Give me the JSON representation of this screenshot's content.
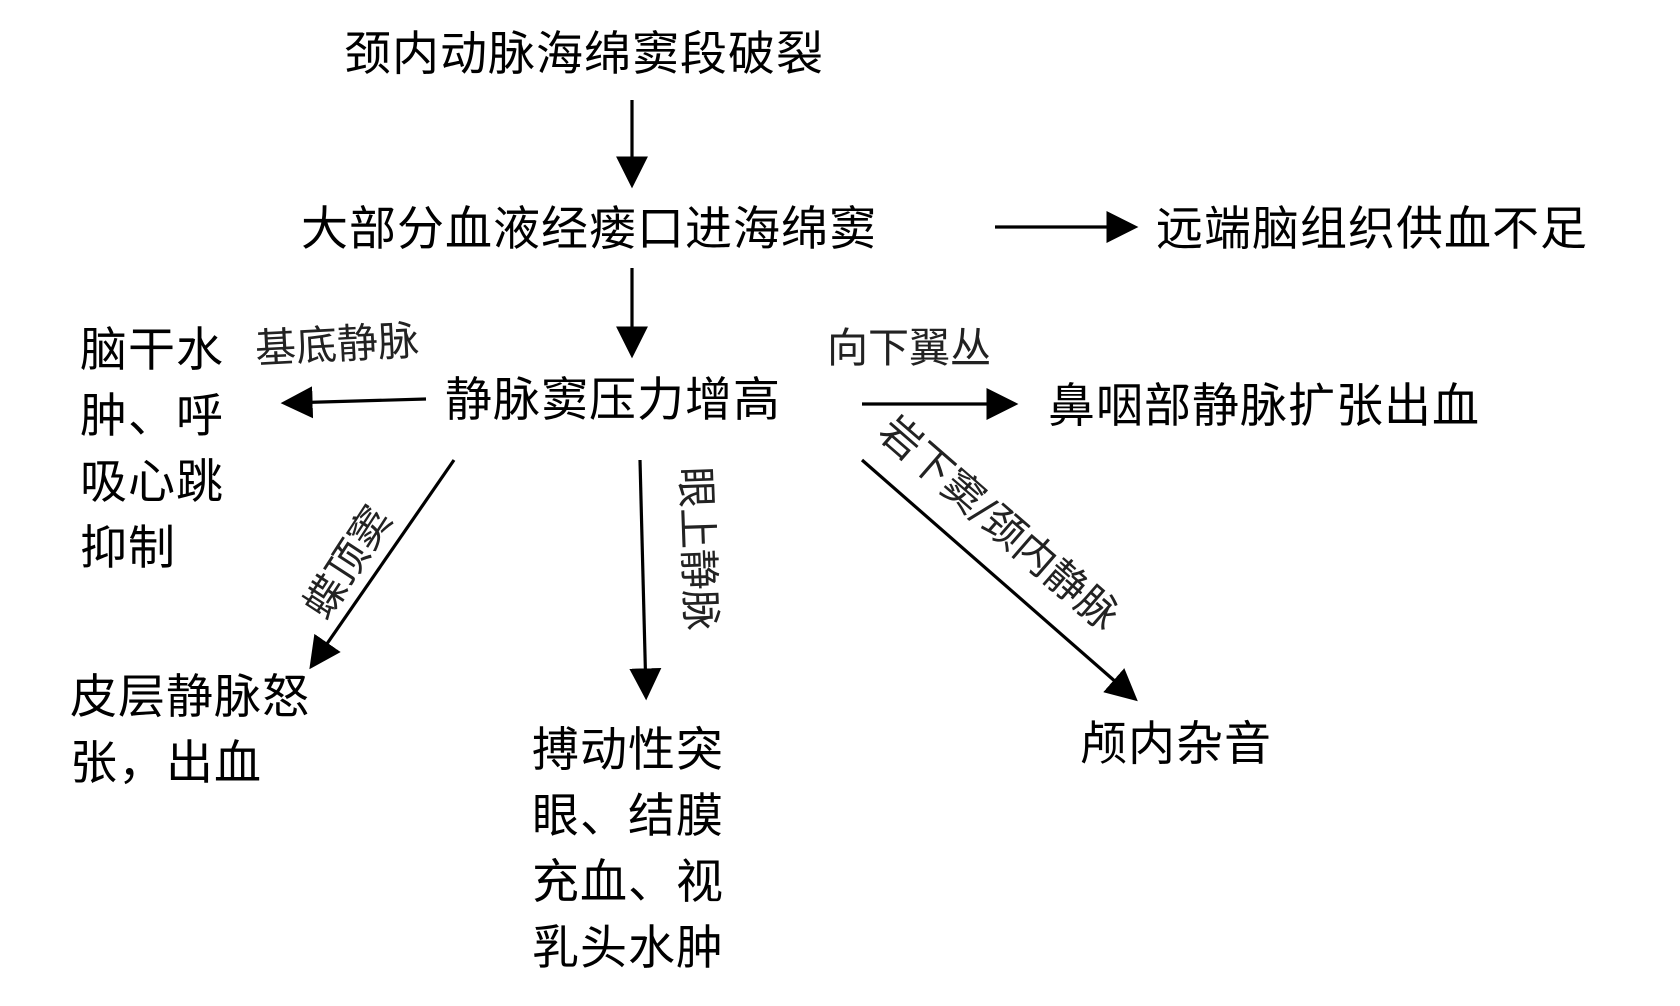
{
  "nodes": {
    "rupture": "颈内动脉海绵窦段破裂",
    "blood_into_sinus": "大部分血液经瘘口进海绵窦",
    "distal_ischemia": "远端脑组织供血不足",
    "sinus_pressure": "静脉窦压力增高",
    "nasopharynx_bleed": "鼻咽部静脉扩张出血",
    "brainstem": [
      "脑干水",
      "肿、呼",
      "吸心跳",
      "抑制"
    ],
    "cortical_vein": [
      "皮层静脉怒",
      "张，出血"
    ],
    "exophthalmos": [
      "搏动性突",
      "眼、结膜",
      "充血、视",
      "乳头水肿"
    ],
    "intracranial_bruit": "颅内杂音"
  },
  "edge_labels": {
    "basal_vein": "基底静脉",
    "pterygoid_plexus": "向下翼丛",
    "sphenoparietal_sinus": "蝶顶窦",
    "superior_ophthalmic_vein": "眼上静脉",
    "petrosal_jugular": "岩下窦/颈内静脉"
  },
  "style": {
    "line_color": "#000000",
    "text_color": "#000000"
  }
}
